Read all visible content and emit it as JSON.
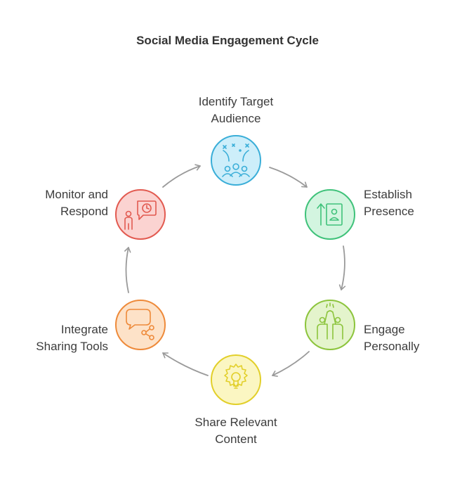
{
  "title": "Social Media Engagement Cycle",
  "steps": [
    {
      "line1": "Identify Target",
      "line2": "Audience",
      "icon": "audience-icon",
      "fill": "#cdeefa",
      "stroke": "#3aaed8"
    },
    {
      "line1": "Establish",
      "line2": "Presence",
      "icon": "profile-upload-icon",
      "fill": "#d3f5e0",
      "stroke": "#3fc27a"
    },
    {
      "line1": "Engage",
      "line2": "Personally",
      "icon": "high-five-icon",
      "fill": "#e4f4cc",
      "stroke": "#8cc43c"
    },
    {
      "line1": "Share Relevant",
      "line2": "Content",
      "icon": "lightbulb-gear-icon",
      "fill": "#fbf6c2",
      "stroke": "#e2cf2a"
    },
    {
      "line1": "Integrate",
      "line2": "Sharing Tools",
      "icon": "chat-share-icon",
      "fill": "#fde2c8",
      "stroke": "#ee8a3a"
    },
    {
      "line1": "Monitor and",
      "line2": "Respond",
      "icon": "person-clock-icon",
      "fill": "#fbd3d1",
      "stroke": "#e25a50"
    }
  ]
}
